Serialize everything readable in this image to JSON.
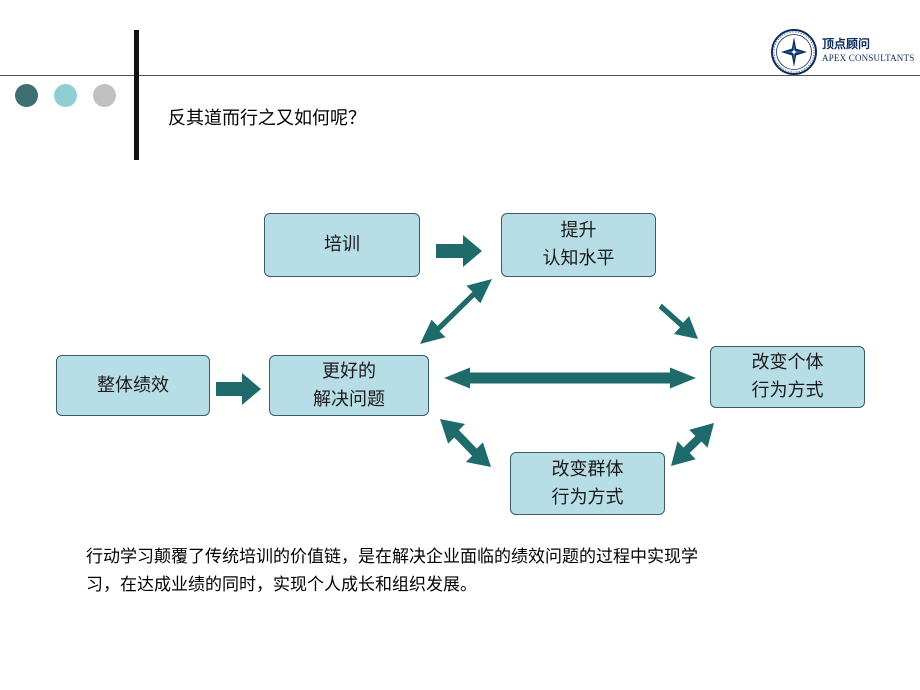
{
  "colors": {
    "dot_1": "#3d6f70",
    "dot_2": "#8fcfd3",
    "dot_3": "#c0c0c0",
    "box_fill": "#b7dde6",
    "arrow": "#1f6b6b"
  },
  "header": {
    "title": "反其道而行之又如何呢？",
    "logo": {
      "cn": "顶点顾问",
      "en": "APEX  CONSULTANTS"
    }
  },
  "diagram": {
    "nodes": {
      "training": {
        "lines": [
          "培训"
        ]
      },
      "raise_cognition": {
        "lines": [
          "提升",
          "认知水平"
        ]
      },
      "overall_performance": {
        "lines": [
          "整体绩效"
        ]
      },
      "better_solving": {
        "lines": [
          "更好的",
          "解决问题"
        ]
      },
      "individual_behavior": {
        "lines": [
          "改变个体",
          "行为方式"
        ]
      },
      "group_behavior": {
        "lines": [
          "改变群体",
          "行为方式"
        ]
      }
    },
    "edges": [
      {
        "from": "training",
        "to": "raise_cognition",
        "direction": "forward"
      },
      {
        "from": "raise_cognition",
        "to": "individual_behavior",
        "direction": "forward"
      },
      {
        "from": "overall_performance",
        "to": "better_solving",
        "direction": "forward"
      },
      {
        "from": "better_solving",
        "to": "raise_cognition",
        "direction": "both"
      },
      {
        "from": "better_solving",
        "to": "individual_behavior",
        "direction": "both"
      },
      {
        "from": "better_solving",
        "to": "group_behavior",
        "direction": "both"
      },
      {
        "from": "group_behavior",
        "to": "individual_behavior",
        "direction": "both"
      }
    ]
  },
  "caption": {
    "lines": [
      "行动学习颠覆了传统培训的价值链，是在解决企业面临的绩效问题的过程中实现学",
      "习，在达成业绩的同时，实现个人成长和组织发展。"
    ]
  }
}
